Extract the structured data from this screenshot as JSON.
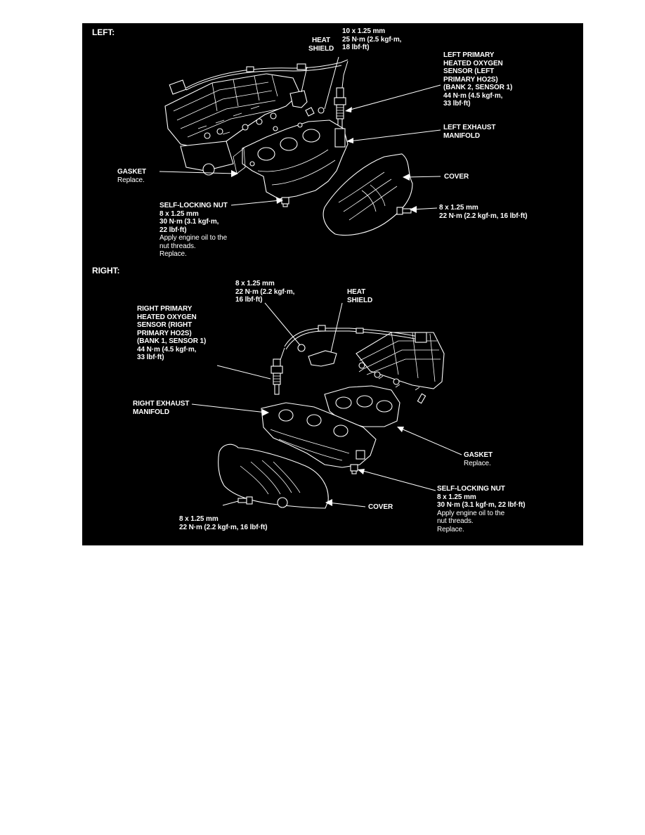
{
  "colors": {
    "background": "#000000",
    "ink": "#ffffff",
    "page": "#ffffff"
  },
  "left": {
    "title": "LEFT:",
    "bolt_top": [
      "10 x 1.25 mm",
      "25 N·m (2.5 kgf·m,",
      "18 lbf·ft)"
    ],
    "heat_shield": [
      "HEAT",
      "SHIELD"
    ],
    "sensor": [
      "LEFT PRIMARY",
      "HEATED OXYGEN",
      "SENSOR (LEFT",
      "PRIMARY HO2S)",
      "(BANK 2, SENSOR 1)",
      "44 N·m (4.5 kgf·m,",
      "33 lbf·ft)"
    ],
    "manifold": [
      "LEFT EXHAUST",
      "MANIFOLD"
    ],
    "gasket": {
      "name": "GASKET",
      "note": "Replace."
    },
    "cover": "COVER",
    "nut": {
      "name": "SELF-LOCKING NUT",
      "spec": [
        "8 x 1.25 mm",
        "30 N·m (3.1 kgf·m,",
        "22 lbf·ft)"
      ],
      "note": [
        "Apply engine oil to the",
        "nut threads.",
        "Replace."
      ]
    },
    "cover_bolt": [
      "8 x 1.25 mm",
      "22 N·m (2.2 kgf·m, 16 lbf·ft)"
    ]
  },
  "right": {
    "title": "RIGHT:",
    "bolt_top": [
      "8 x 1.25 mm",
      "22 N·m (2.2 kgf·m,",
      "16 lbf·ft)"
    ],
    "heat_shield": [
      "HEAT",
      "SHIELD"
    ],
    "sensor": [
      "RIGHT PRIMARY",
      "HEATED OXYGEN",
      "SENSOR (RIGHT",
      "PRIMARY HO2S)",
      "(BANK 1, SENSOR 1)",
      "44 N·m (4.5 kgf·m,",
      "33 lbf·ft)"
    ],
    "manifold": [
      "RIGHT EXHAUST",
      "MANIFOLD"
    ],
    "gasket": {
      "name": "GASKET",
      "note": "Replace."
    },
    "cover": "COVER",
    "nut": {
      "name": "SELF-LOCKING NUT",
      "spec": [
        "8 x 1.25 mm",
        "30 N·m (3.1 kgf·m, 22 lbf·ft)"
      ],
      "note": [
        "Apply engine oil to the",
        "nut threads.",
        "Replace."
      ]
    },
    "cover_bolt": [
      "8 x 1.25 mm",
      "22 N·m (2.2 kgf·m, 16 lbf·ft)"
    ]
  }
}
